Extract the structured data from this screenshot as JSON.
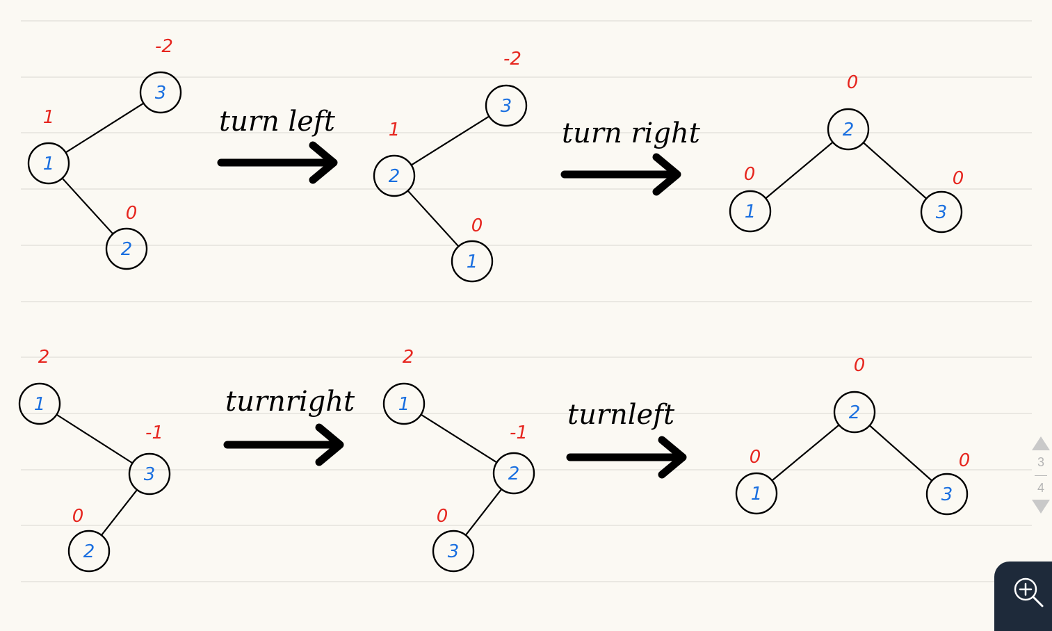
{
  "colors": {
    "background": "#fbf9f3",
    "ruling": "#d9d7d0",
    "ink": "#000000",
    "balance": "#e6261f",
    "node_value": "#1a6fe0",
    "zoom_button": "#1e2a3a"
  },
  "page": {
    "current": "3",
    "total": "4"
  },
  "zoom": {
    "icon": "zoom-in-icon"
  },
  "diagram": {
    "row1": {
      "trees": [
        {
          "nodes": [
            {
              "value": "3",
              "balance": "-2"
            },
            {
              "value": "1",
              "balance": "1"
            },
            {
              "value": "2",
              "balance": "0"
            }
          ]
        },
        {
          "nodes": [
            {
              "value": "3",
              "balance": "-2"
            },
            {
              "value": "2",
              "balance": "1"
            },
            {
              "value": "1",
              "balance": "0"
            }
          ]
        },
        {
          "nodes": [
            {
              "value": "2",
              "balance": "0"
            },
            {
              "value": "1",
              "balance": "0"
            },
            {
              "value": "3",
              "balance": "0"
            }
          ]
        }
      ],
      "arrows": [
        {
          "label": "turn left"
        },
        {
          "label": "turn right"
        }
      ]
    },
    "row2": {
      "trees": [
        {
          "nodes": [
            {
              "value": "1",
              "balance": "2"
            },
            {
              "value": "3",
              "balance": "-1"
            },
            {
              "value": "2",
              "balance": "0"
            }
          ]
        },
        {
          "nodes": [
            {
              "value": "1",
              "balance": "2"
            },
            {
              "value": "2",
              "balance": "-1"
            },
            {
              "value": "3",
              "balance": "0"
            }
          ]
        },
        {
          "nodes": [
            {
              "value": "2",
              "balance": "0"
            },
            {
              "value": "1",
              "balance": "0"
            },
            {
              "value": "3",
              "balance": "0"
            }
          ]
        }
      ],
      "arrows": [
        {
          "label": "turnright"
        },
        {
          "label": "turnleft"
        }
      ]
    }
  }
}
